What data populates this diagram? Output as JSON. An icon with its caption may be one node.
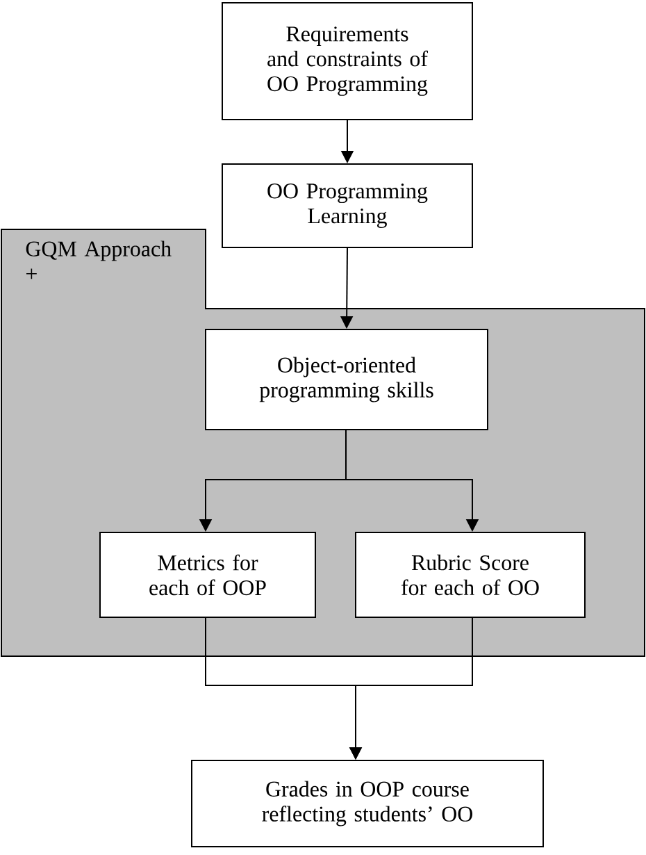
{
  "diagram": {
    "nodes": [
      {
        "text": [
          "Requirements and constraints of OO Programming"
        ]
      },
      {
        "text": [
          "OO Programming Learning"
        ]
      },
      {
        "text": [
          "GQM Approach +"
        ]
      },
      {
        "text": [
          "Object-oriented programming skills"
        ],
        "in": 2
      },
      {
        "text": [
          "Metrics for each of OOP"
        ],
        "in": 2
      },
      {
        "text": [
          "Rubric Score for each of OO"
        ],
        "in": 2
      },
      {
        "text": [
          "Grades in OOP course reflecting students’ OO"
        ]
      }
    ],
    "edges": [
      {
        "from": 0,
        "to": 1,
        "arrow": "to"
      },
      {
        "from": 1,
        "to": 3,
        "arrow": "to"
      },
      {
        "from": 3,
        "to": 4,
        "arrow": "to"
      },
      {
        "from": 3,
        "to": 5,
        "arrow": "to"
      },
      {
        "from": 4,
        "to": 6,
        "arrow": "to"
      },
      {
        "from": 5,
        "to": 6,
        "arrow": "to"
      }
    ]
  }
}
